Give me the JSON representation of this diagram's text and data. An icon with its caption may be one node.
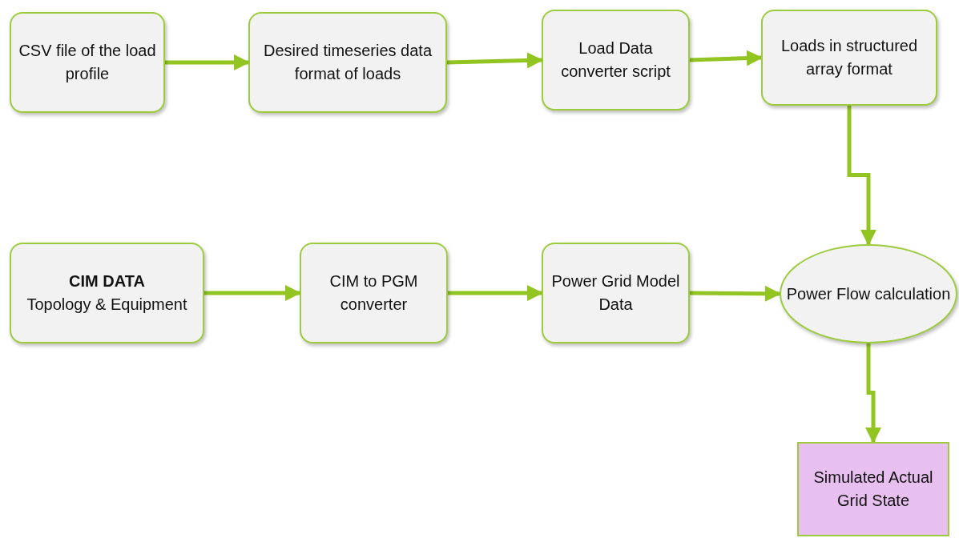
{
  "diagram": {
    "nodes": [
      {
        "text": [
          "CSV file of the load profile"
        ]
      },
      {
        "text": [
          "Desired timeseries data format of loads"
        ]
      },
      {
        "text": [
          "Load Data converter script"
        ]
      },
      {
        "text": [
          "Loads in structured array format"
        ]
      },
      {
        "text": [
          "CIM DATA",
          "Topology & Equipment"
        ]
      },
      {
        "text": [
          "CIM to PGM converter"
        ]
      },
      {
        "text": [
          "Power Grid Model Data"
        ]
      },
      {
        "text": [
          "Power Flow calculation"
        ]
      },
      {
        "text": [
          "Simulated Actual Grid State"
        ]
      }
    ],
    "edges": [
      {
        "from": 0,
        "to": 1,
        "arrow": "to"
      },
      {
        "from": 1,
        "to": 2,
        "arrow": "to"
      },
      {
        "from": 2,
        "to": 3,
        "arrow": "to"
      },
      {
        "from": 3,
        "to": 7,
        "arrow": "to"
      },
      {
        "from": 4,
        "to": 5,
        "arrow": "to"
      },
      {
        "from": 5,
        "to": 6,
        "arrow": "to"
      },
      {
        "from": 6,
        "to": 7,
        "arrow": "to"
      },
      {
        "from": 7,
        "to": 8,
        "arrow": "to"
      }
    ]
  }
}
